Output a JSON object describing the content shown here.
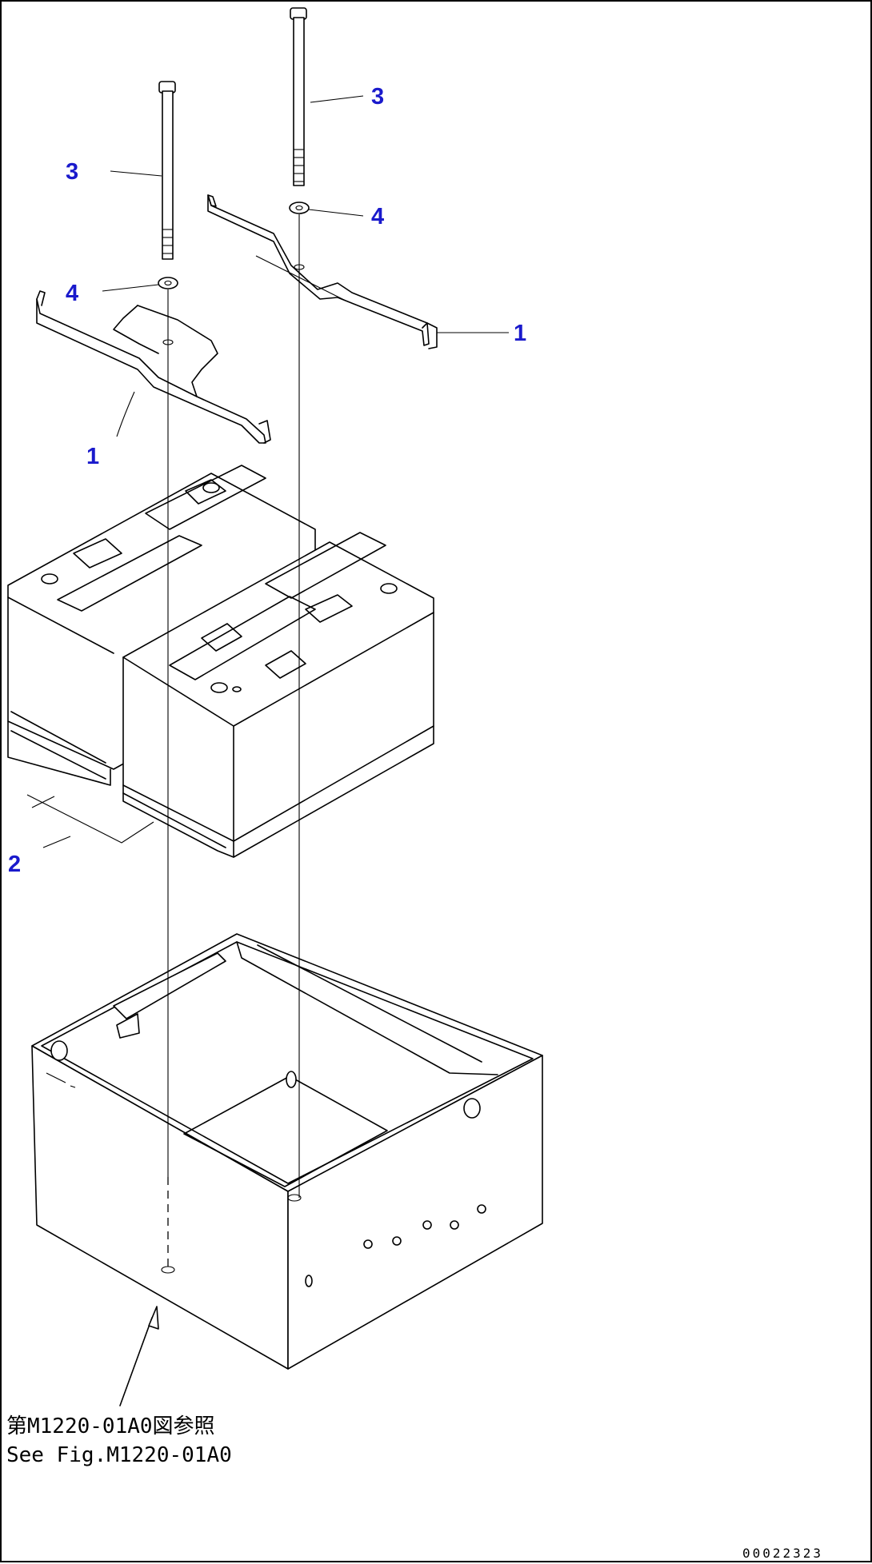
{
  "callouts": {
    "c1_right": "1",
    "c1_left": "1",
    "c2": "2",
    "c3_left": "3",
    "c3_right": "3",
    "c4_left": "4",
    "c4_right": "4"
  },
  "reference": {
    "line_jp": "第M1220-01A0図参照",
    "line_en": "See Fig.M1220-01A0"
  },
  "drawing_code": "00022323",
  "colors": {
    "callout": "#1a1acc",
    "line": "#000000",
    "background": "#ffffff"
  }
}
